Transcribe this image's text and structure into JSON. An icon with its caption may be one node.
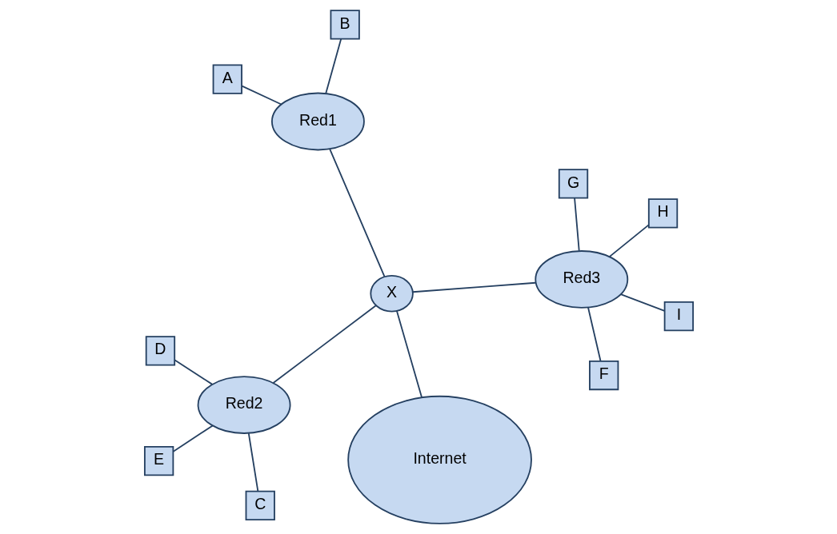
{
  "diagram": {
    "nodes": [
      {
        "text": [
          "A"
        ]
      },
      {
        "text": [
          "Red1"
        ]
      },
      {
        "text": [
          "C"
        ]
      },
      {
        "text": [
          "D"
        ]
      },
      {
        "text": [
          "B"
        ]
      },
      {
        "text": [
          "Red2"
        ]
      },
      {
        "text": [
          "E"
        ]
      },
      {
        "text": [
          "X"
        ]
      },
      {
        "text": [
          "F"
        ]
      },
      {
        "text": [
          "Internet"
        ]
      },
      {
        "text": [
          "Red3"
        ]
      },
      {
        "text": [
          "G"
        ]
      },
      {
        "text": [
          "I"
        ]
      },
      {
        "text": [
          "H"
        ]
      }
    ],
    "edges": [
      {
        "from": 0,
        "to": 1,
        "arrow": "none"
      },
      {
        "from": 4,
        "to": 1,
        "arrow": "none"
      },
      {
        "from": 2,
        "to": 5,
        "arrow": "none"
      },
      {
        "from": 3,
        "to": 5,
        "arrow": "none"
      },
      {
        "from": 6,
        "to": 5,
        "arrow": "none"
      },
      {
        "from": 1,
        "to": 7,
        "arrow": "none"
      },
      {
        "from": 5,
        "to": 7,
        "arrow": "none"
      },
      {
        "from": 7,
        "to": 9,
        "arrow": "none"
      },
      {
        "from": 7,
        "to": 10,
        "arrow": "none"
      },
      {
        "from": 8,
        "to": 10,
        "arrow": "none"
      },
      {
        "from": 11,
        "to": 10,
        "arrow": "none"
      },
      {
        "from": 13,
        "to": 10,
        "arrow": "none"
      },
      {
        "from": 12,
        "to": 10,
        "arrow": "none"
      }
    ]
  }
}
